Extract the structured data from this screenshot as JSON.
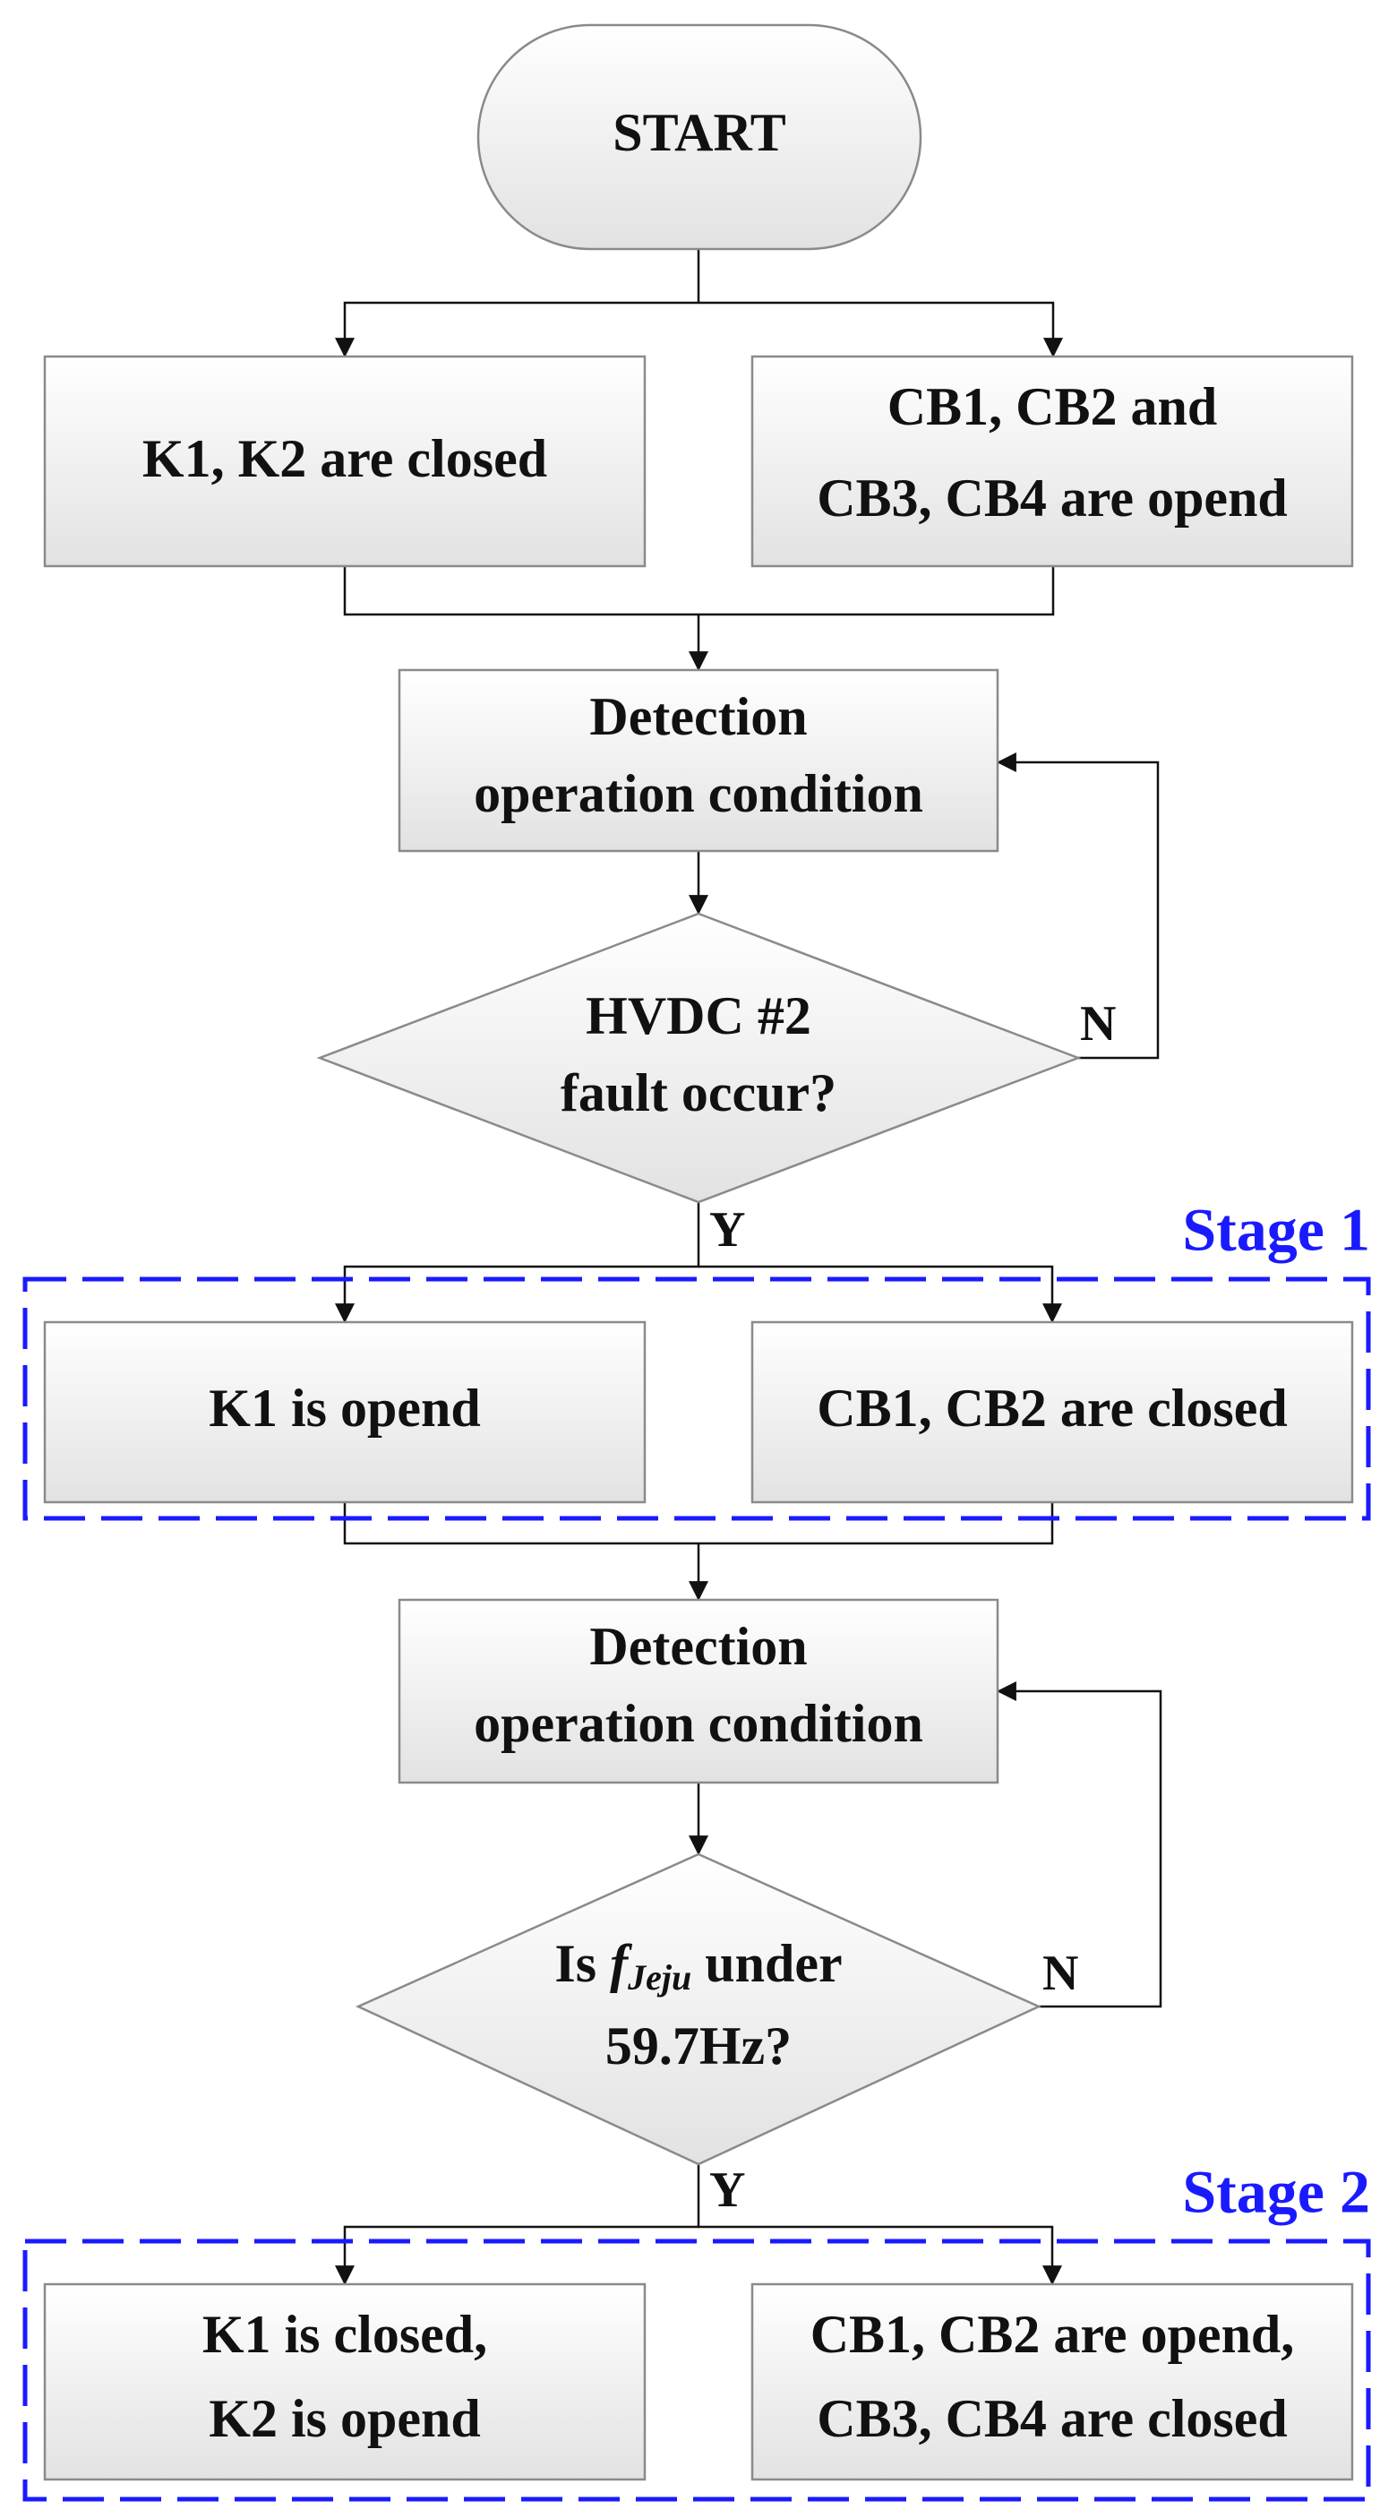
{
  "start": "START",
  "init_left": "K1, K2 are closed",
  "init_right": [
    "CB1, CB2 and",
    "CB3, CB4 are opend"
  ],
  "detect_1": [
    "Detection",
    "operation condition"
  ],
  "decision_1": [
    "HVDC #2",
    "fault occur?"
  ],
  "decision_1_no": "N",
  "decision_1_yes": "Y",
  "stage_1": {
    "label": "Stage 1",
    "left": "K1 is opend",
    "right": "CB1, CB2 are closed"
  },
  "detect_2": [
    "Detection",
    "operation condition"
  ],
  "decision_2": {
    "prefix": "Is ",
    "symbol": "f",
    "subscript": "Jeju",
    "suffix": " under",
    "line2": "59.7Hz?"
  },
  "decision_2_no": "N",
  "decision_2_yes": "Y",
  "stage_2": {
    "label": "Stage 2",
    "left": [
      "K1 is closed,",
      "K2 is opend"
    ],
    "right": [
      "CB1, CB2 are opend,",
      "CB3, CB4 are closed"
    ]
  },
  "colors": {
    "stage_outline": "#1a1aff",
    "box_fill_top": "#ffffff",
    "box_fill_bottom": "#e4e4e4",
    "box_border": "#8a8a8a"
  }
}
